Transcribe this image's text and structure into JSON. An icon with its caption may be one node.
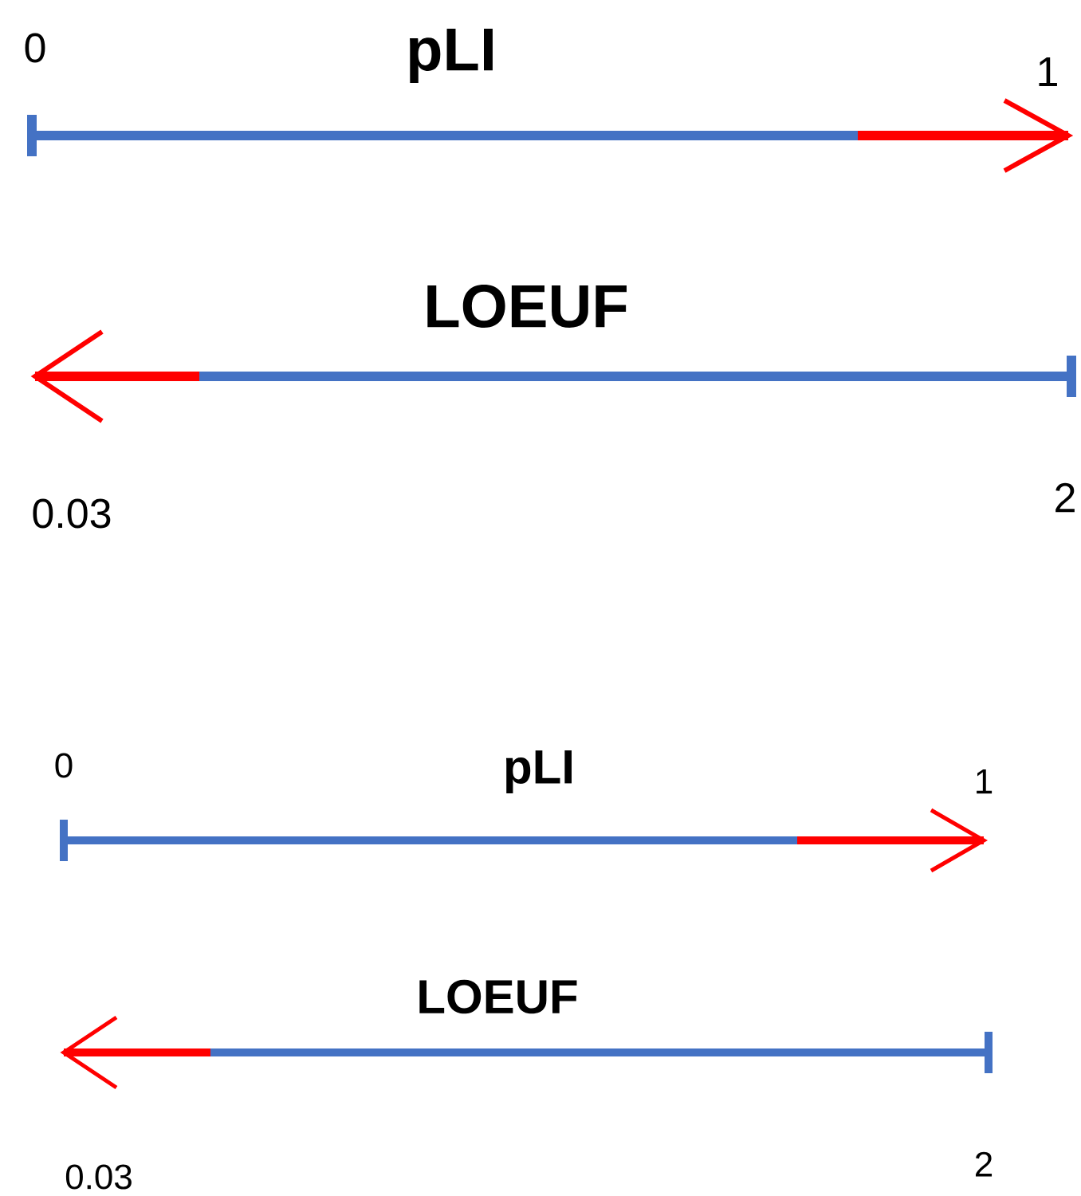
{
  "diagram": {
    "labels": [
      "0",
      "pLI",
      "1",
      "LOEUF",
      "0.03",
      "2",
      "0",
      "pLI",
      "1",
      "LOEUF",
      "0.03",
      "2"
    ]
  }
}
